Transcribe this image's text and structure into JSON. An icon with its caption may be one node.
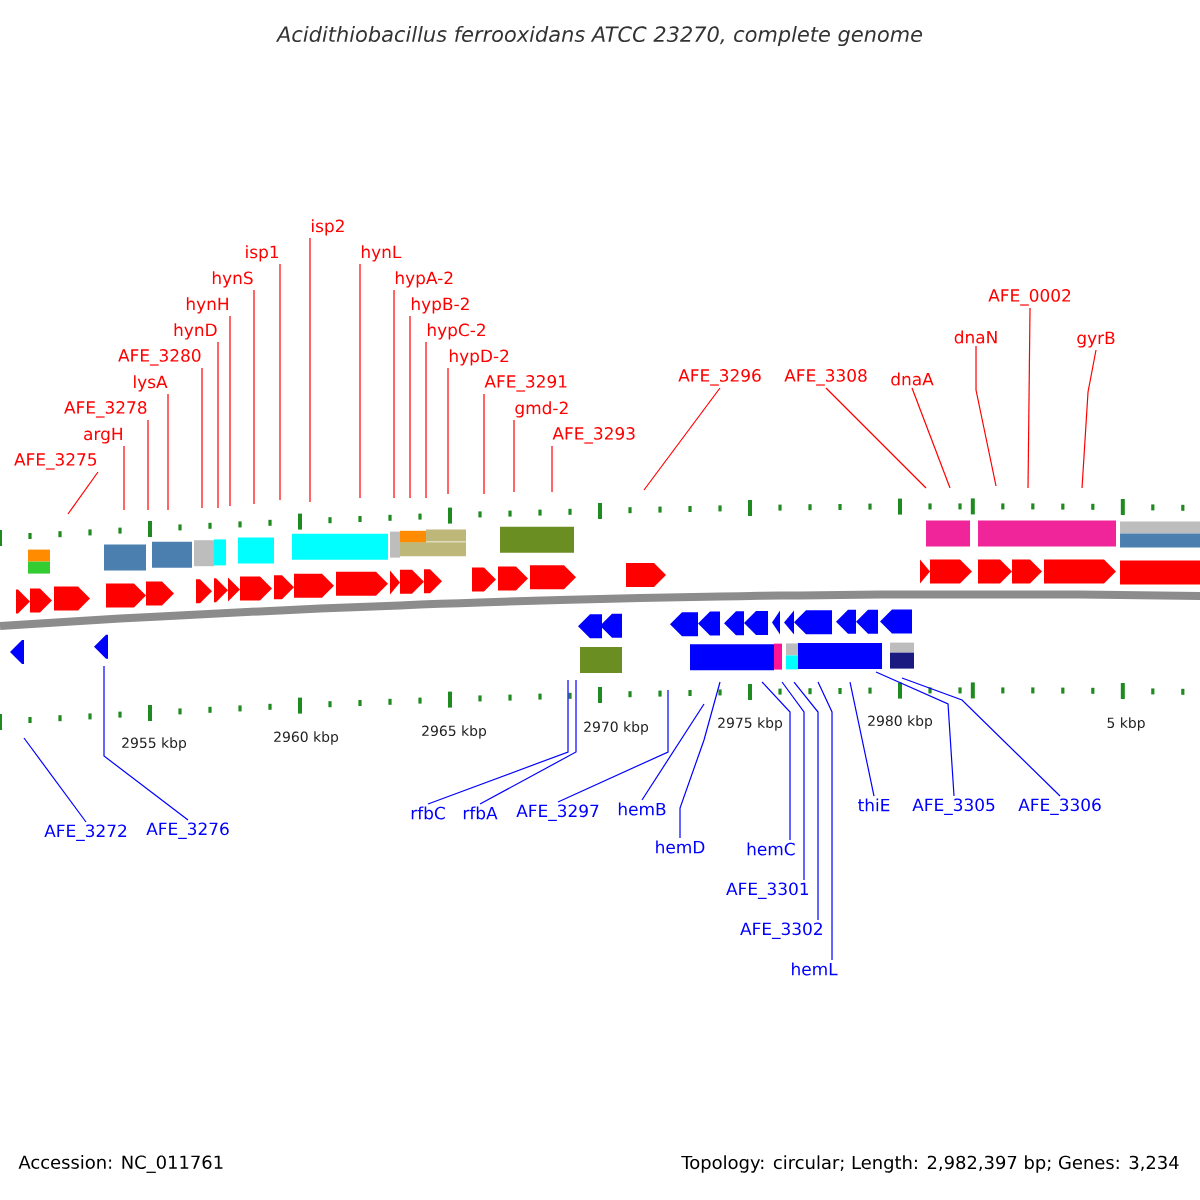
{
  "diagram": {
    "title": "Acidithiobacillus ferrooxidans ATCC 23270, complete genome",
    "nodes": [
      {
        "text": [
          "AFE_3275"
        ]
      },
      {
        "text": [
          "argH"
        ]
      },
      {
        "text": [
          "AFE_3278"
        ]
      },
      {
        "text": [
          "lysA"
        ]
      },
      {
        "text": [
          "AFE_3280"
        ]
      },
      {
        "text": [
          "hynD"
        ]
      },
      {
        "text": [
          "hynH"
        ]
      },
      {
        "text": [
          "hynS"
        ]
      },
      {
        "text": [
          "isp1"
        ]
      },
      {
        "text": [
          "isp2"
        ]
      },
      {
        "text": [
          "hynL"
        ]
      },
      {
        "text": [
          "hypA-2"
        ]
      },
      {
        "text": [
          "hypB-2"
        ]
      },
      {
        "text": [
          "hypC-2"
        ]
      },
      {
        "text": [
          "hypD-2"
        ]
      },
      {
        "text": [
          "AFE_3291"
        ]
      },
      {
        "text": [
          "gmd-2"
        ]
      },
      {
        "text": [
          "AFE_3293"
        ]
      },
      {
        "text": [
          "AFE_3296"
        ]
      },
      {
        "text": [
          "AFE_3308"
        ]
      },
      {
        "text": [
          "dnaA"
        ]
      },
      {
        "text": [
          "dnaN"
        ]
      },
      {
        "text": [
          "AFE_0002"
        ]
      },
      {
        "text": [
          "gyrB"
        ]
      },
      {
        "text": [
          "AFE_3272"
        ]
      },
      {
        "text": [
          "AFE_3276"
        ]
      },
      {
        "text": [
          "rfbC"
        ]
      },
      {
        "text": [
          "rfbA"
        ]
      },
      {
        "text": [
          "AFE_3297"
        ]
      },
      {
        "text": [
          "hemB"
        ]
      },
      {
        "text": [
          "hemD"
        ]
      },
      {
        "text": [
          "hemC"
        ]
      },
      {
        "text": [
          "AFE_3301"
        ]
      },
      {
        "text": [
          "AFE_3302"
        ]
      },
      {
        "text": [
          "hemL"
        ]
      },
      {
        "text": [
          "thiE"
        ]
      },
      {
        "text": [
          "AFE_3305"
        ]
      },
      {
        "text": [
          "AFE_3306"
        ]
      }
    ],
    "edges": [
      {
        "from": 0,
        "to": null,
        "arrow": "none"
      },
      {
        "from": 1,
        "to": null,
        "arrow": "none"
      },
      {
        "from": 2,
        "to": null,
        "arrow": "none"
      },
      {
        "from": 3,
        "to": null,
        "arrow": "none"
      },
      {
        "from": 4,
        "to": null,
        "arrow": "none"
      },
      {
        "from": 5,
        "to": null,
        "arrow": "none"
      },
      {
        "from": 6,
        "to": null,
        "arrow": "none"
      },
      {
        "from": 7,
        "to": null,
        "arrow": "none"
      },
      {
        "from": 8,
        "to": null,
        "arrow": "none"
      },
      {
        "from": 9,
        "to": null,
        "arrow": "none"
      },
      {
        "from": 10,
        "to": null,
        "arrow": "none"
      },
      {
        "from": 11,
        "to": null,
        "arrow": "none"
      },
      {
        "from": 12,
        "to": null,
        "arrow": "none"
      },
      {
        "from": 13,
        "to": null,
        "arrow": "none"
      },
      {
        "from": 14,
        "to": null,
        "arrow": "none"
      },
      {
        "from": 15,
        "to": null,
        "arrow": "none"
      },
      {
        "from": 16,
        "to": null,
        "arrow": "none"
      },
      {
        "from": 17,
        "to": null,
        "arrow": "none"
      },
      {
        "from": 18,
        "to": null,
        "arrow": "none"
      },
      {
        "from": 19,
        "to": null,
        "arrow": "none"
      },
      {
        "from": 20,
        "to": null,
        "arrow": "none"
      },
      {
        "from": 21,
        "to": null,
        "arrow": "none"
      },
      {
        "from": 22,
        "to": null,
        "arrow": "none"
      },
      {
        "from": 23,
        "to": null,
        "arrow": "none"
      },
      {
        "from": 24,
        "to": null,
        "arrow": "none",
        "color": "#0000ff"
      },
      {
        "from": 25,
        "to": null,
        "arrow": "none",
        "color": "#0000ff"
      },
      {
        "from": 26,
        "to": null,
        "arrow": "none",
        "color": "#0000ff"
      },
      {
        "from": 27,
        "to": null,
        "arrow": "none",
        "color": "#0000ff"
      },
      {
        "from": 28,
        "to": null,
        "arrow": "none",
        "color": "#0000ff"
      },
      {
        "from": 29,
        "to": null,
        "arrow": "none",
        "color": "#0000ff"
      },
      {
        "from": 30,
        "to": null,
        "arrow": "none",
        "color": "#0000ff"
      },
      {
        "from": 31,
        "to": null,
        "arrow": "none",
        "color": "#0000ff"
      },
      {
        "from": 32,
        "to": null,
        "arrow": "none",
        "color": "#0000ff"
      },
      {
        "from": 33,
        "to": null,
        "arrow": "none",
        "color": "#0000ff"
      },
      {
        "from": 34,
        "to": null,
        "arrow": "none",
        "color": "#0000ff"
      },
      {
        "from": 35,
        "to": null,
        "arrow": "none",
        "color": "#0000ff"
      },
      {
        "from": 36,
        "to": null,
        "arrow": "none",
        "color": "#0000ff"
      },
      {
        "from": 37,
        "to": null,
        "arrow": "none",
        "color": "#0000ff"
      }
    ],
    "labels": [
      "2955 kbp",
      "2960 kbp",
      "2965 kbp",
      "2970 kbp",
      "2975 kbp",
      "2980 kbp",
      "5 kbp",
      "Accession: NC_011761",
      "Topology: circular; Length: 2,982,397 bp; Genes: 3,234"
    ]
  }
}
